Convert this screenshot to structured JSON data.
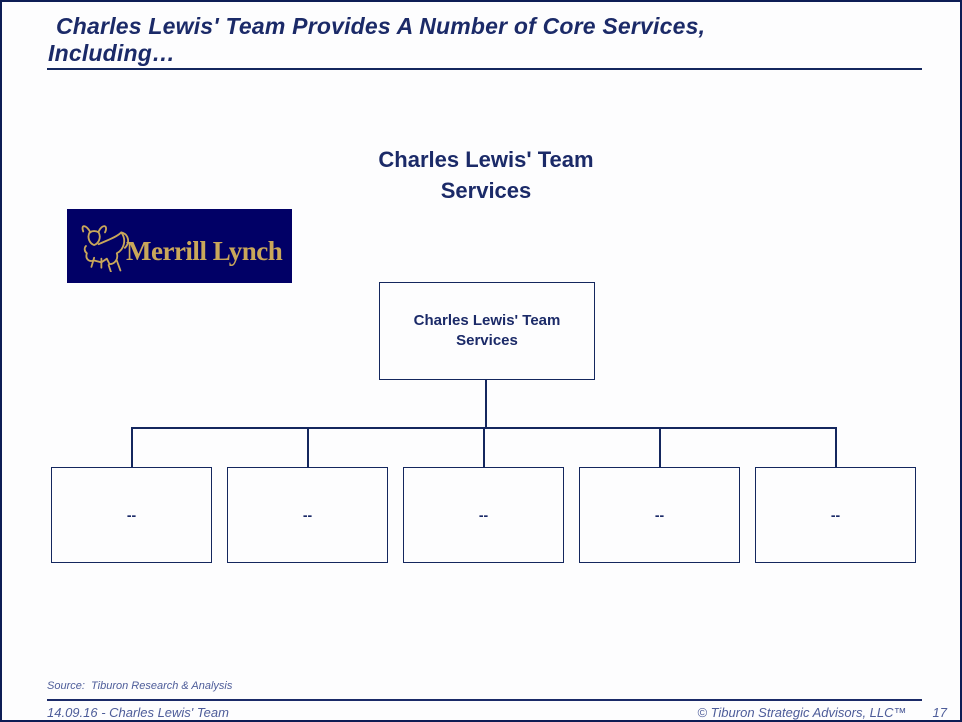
{
  "title": {
    "line1": "Charles Lewis' Team Provides A Number of Core Services,",
    "line2": "Including…"
  },
  "heading": {
    "line1": "Charles Lewis' Team",
    "line2": "Services"
  },
  "logo": {
    "wordmark": "Merrill Lynch",
    "bull_icon": "gold-bull-line-art",
    "background_color": "#010066",
    "gold_color": "#c9a75a"
  },
  "org_chart": {
    "root": {
      "line1": "Charles Lewis' Team",
      "line2": "Services"
    },
    "children": [
      {
        "label": "--"
      },
      {
        "label": "--"
      },
      {
        "label": "--"
      },
      {
        "label": "--"
      },
      {
        "label": "--"
      }
    ]
  },
  "footer": {
    "source": "Source:  Tiburon Research & Analysis",
    "left": "14.09.16 - Charles Lewis' Team",
    "copyright": "© Tiburon Strategic Advisors, LLC™",
    "page_number": "17"
  },
  "colors": {
    "navy_text": "#1b2a68",
    "line_navy": "#14275e",
    "footer_blue": "#4d5c99",
    "slide_border": "#0d1d55",
    "background": "#fdfdfe"
  }
}
